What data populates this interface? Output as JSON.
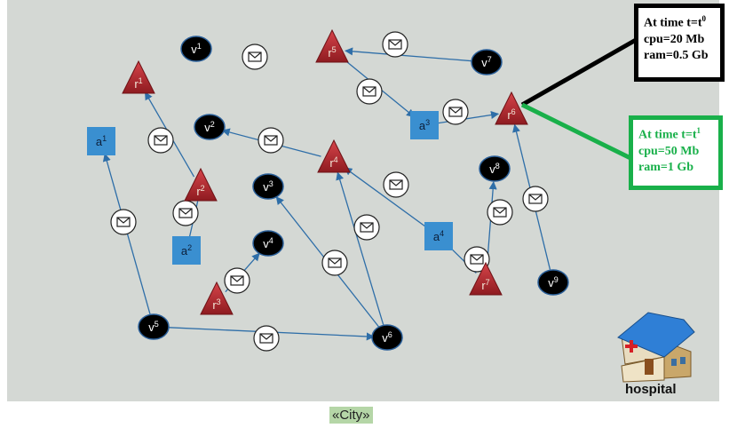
{
  "city_label": "«City»",
  "hospital_label": "hospital",
  "status_boxes": {
    "t0": {
      "l1": "At time t=t",
      "sup": "0",
      "l2": "cpu=20 Mb",
      "l3": "ram=0.5 Gb",
      "color": "#000000"
    },
    "t1": {
      "l1": "At time t=t",
      "sup": "1",
      "l2": "cpu=50 Mb",
      "l3": "ram=1 Gb",
      "color": "#19b04a"
    }
  },
  "colors": {
    "background": "#d4d8d4",
    "vehicle": "#000000",
    "rsu": "#b0272d",
    "app": "#3a8fd0",
    "edge": "#2e6ea8"
  },
  "vehicles": [
    {
      "id": "v1",
      "base": "v",
      "sub": "1"
    },
    {
      "id": "v2",
      "base": "v",
      "sub": "2"
    },
    {
      "id": "v3",
      "base": "v",
      "sub": "3"
    },
    {
      "id": "v4",
      "base": "v",
      "sub": "4"
    },
    {
      "id": "v5",
      "base": "v",
      "sub": "5"
    },
    {
      "id": "v6",
      "base": "v",
      "sub": "6"
    },
    {
      "id": "v7",
      "base": "v",
      "sub": "7"
    },
    {
      "id": "v8",
      "base": "v",
      "sub": "8"
    },
    {
      "id": "v9",
      "base": "v",
      "sub": "9"
    }
  ],
  "rsus": [
    {
      "id": "r1",
      "base": "r",
      "sub": "1"
    },
    {
      "id": "r2",
      "base": "r",
      "sub": "2"
    },
    {
      "id": "r3",
      "base": "r",
      "sub": "3"
    },
    {
      "id": "r4",
      "base": "r",
      "sub": "4"
    },
    {
      "id": "r5",
      "base": "r",
      "sub": "5"
    },
    {
      "id": "r6",
      "base": "r",
      "sub": "6"
    },
    {
      "id": "r7",
      "base": "r",
      "sub": "7"
    }
  ],
  "apps": [
    {
      "id": "a1",
      "base": "a",
      "sub": "1"
    },
    {
      "id": "a2",
      "base": "a",
      "sub": "2"
    },
    {
      "id": "a3",
      "base": "a",
      "sub": "3"
    },
    {
      "id": "a4",
      "base": "a",
      "sub": "4"
    }
  ]
}
